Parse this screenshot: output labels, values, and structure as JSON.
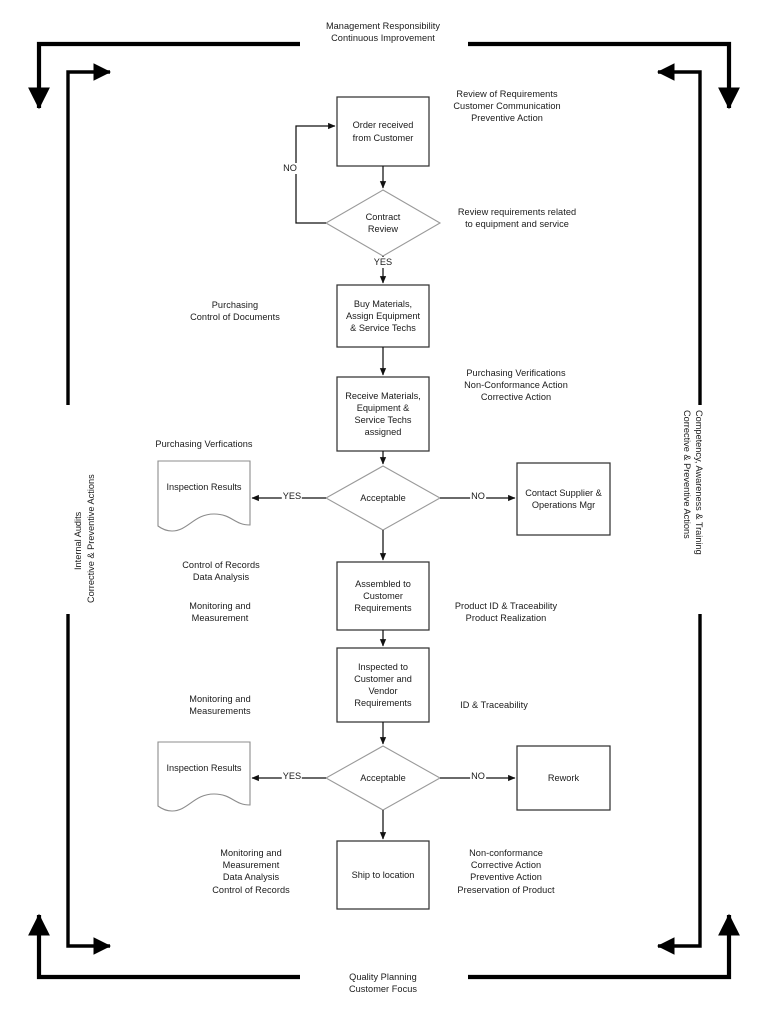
{
  "diagram": {
    "title_top": {
      "line1": "Management Responsibility",
      "line2": "Continuous Improvement"
    },
    "title_bottom": {
      "line1": "Quality Planning",
      "line2": "Customer Focus"
    },
    "side_left": {
      "line1": "Internal Audits",
      "line2": "Corrective & Preventive Actions"
    },
    "side_right": {
      "line1": "Competency, Awareness & Training",
      "line2": "Corrective & Preventive Actions"
    },
    "colors": {
      "frame": "#000000",
      "node_stroke": "#333333",
      "diamond_stroke": "#9a9a9a",
      "doc_stroke": "#8c8c8c",
      "text": "#1a1a1a",
      "background": "#ffffff"
    },
    "nodes": [
      {
        "id": "order-received",
        "shape": "process",
        "text": "Order received\nfrom Customer"
      },
      {
        "id": "contract-review",
        "shape": "decision",
        "text": "Contract\nReview"
      },
      {
        "id": "buy-materials",
        "shape": "process",
        "text": "Buy Materials,\nAssign Equipment\n& Service Techs"
      },
      {
        "id": "receive-materials",
        "shape": "process",
        "text": "Receive Materials,\nEquipment &\nService Techs\nassigned"
      },
      {
        "id": "acceptable-1",
        "shape": "decision",
        "text": "Acceptable"
      },
      {
        "id": "inspection-results-1",
        "shape": "document",
        "text": "Inspection Results"
      },
      {
        "id": "contact-supplier",
        "shape": "process",
        "text": "Contact Supplier &\nOperations Mgr"
      },
      {
        "id": "assembled",
        "shape": "process",
        "text": "Assembled to\nCustomer\nRequirements"
      },
      {
        "id": "inspected",
        "shape": "process",
        "text": "Inspected to\nCustomer and\nVendor\nRequirements"
      },
      {
        "id": "acceptable-2",
        "shape": "decision",
        "text": "Acceptable"
      },
      {
        "id": "inspection-results-2",
        "shape": "document",
        "text": "Inspection Results"
      },
      {
        "id": "rework",
        "shape": "process",
        "text": "Rework"
      },
      {
        "id": "ship",
        "shape": "process",
        "text": "Ship to location"
      }
    ],
    "edge_labels": [
      {
        "id": "no-contract-review",
        "text": "NO"
      },
      {
        "id": "yes-contract-review",
        "text": "YES"
      },
      {
        "id": "yes-acceptable-1",
        "text": "YES"
      },
      {
        "id": "no-acceptable-1",
        "text": "NO"
      },
      {
        "id": "yes-acceptable-2",
        "text": "YES"
      },
      {
        "id": "no-acceptable-2",
        "text": "NO"
      }
    ],
    "annotations": [
      {
        "id": "ann-order-received",
        "text": "Review of Requirements\nCustomer Communication\nPreventive Action"
      },
      {
        "id": "ann-contract-review",
        "text": "Review requirements related\nto equipment and service"
      },
      {
        "id": "ann-purchasing",
        "text": "Purchasing\nControl of Documents"
      },
      {
        "id": "ann-receive-materials",
        "text": "Purchasing Verifications\nNon-Conformance Action\nCorrective Action"
      },
      {
        "id": "ann-purchasing-verf",
        "text": "Purchasing Verfications"
      },
      {
        "id": "ann-control-records",
        "text": "Control of Records\nData Analysis"
      },
      {
        "id": "ann-monitoring-1",
        "text": "Monitoring and\nMeasurement"
      },
      {
        "id": "ann-product-id",
        "text": "Product ID & Traceability\nProduct Realization"
      },
      {
        "id": "ann-monitoring-2",
        "text": "Monitoring and\nMeasurements"
      },
      {
        "id": "ann-id-traceability",
        "text": "ID & Traceability"
      },
      {
        "id": "ann-monitoring-3",
        "text": "Monitoring and\nMeasurement\nData Analysis\nControl of Records"
      },
      {
        "id": "ann-nonconformance",
        "text": "Non-conformance\nCorrective Action\nPreventive Action\nPreservation of Product"
      }
    ]
  }
}
